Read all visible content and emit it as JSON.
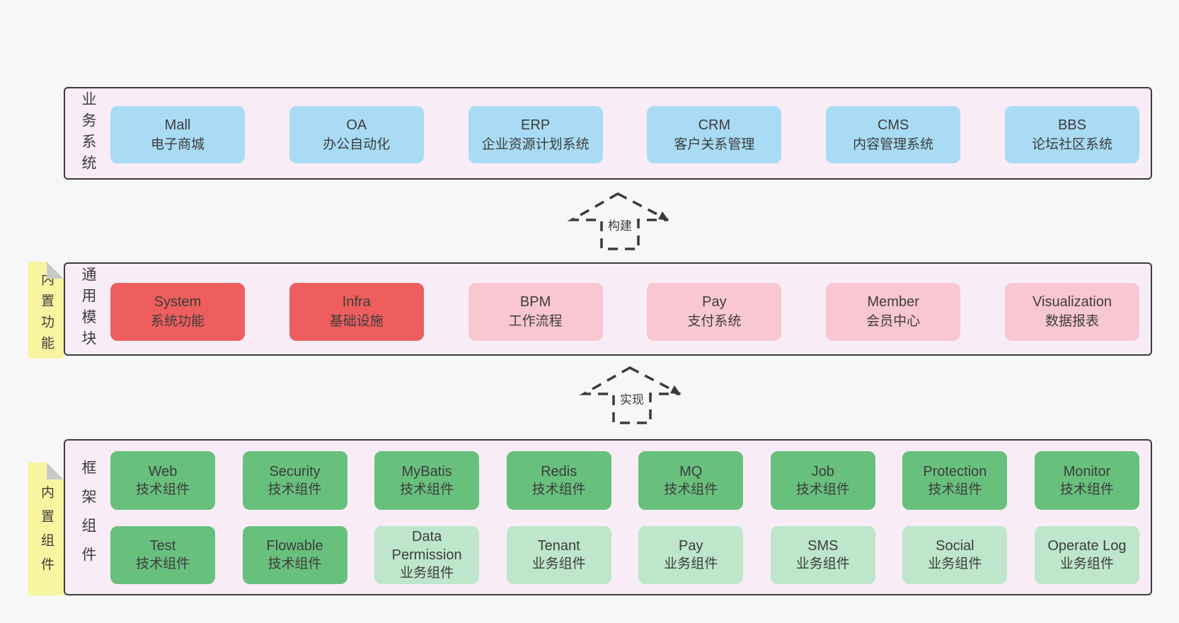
{
  "colors": {
    "page_bg": "#f7f7f7",
    "layer_bg": "#f8edf6",
    "layer_border": "#3b3b3b",
    "text": "#3d3d3d",
    "blue": "#a9dbf4",
    "red": "#ef5e5e",
    "pink": "#f9c7d1",
    "green": "#68c07d",
    "green_light": "#bde6ca",
    "note_yellow": "#f8f5a0",
    "note_fold": "#c9c9c9",
    "arrow": "#3a3a3a"
  },
  "arrows": [
    {
      "label": "构建"
    },
    {
      "label": "实现"
    }
  ],
  "layers": [
    {
      "label": "业务系统",
      "boxes": [
        {
          "title": "Mall",
          "subtitle": "电子商城",
          "variant": "blue"
        },
        {
          "title": "OA",
          "subtitle": "办公自动化",
          "variant": "blue"
        },
        {
          "title": "ERP",
          "subtitle": "企业资源计划系统",
          "variant": "blue"
        },
        {
          "title": "CRM",
          "subtitle": "客户关系管理",
          "variant": "blue"
        },
        {
          "title": "CMS",
          "subtitle": "内容管理系统",
          "variant": "blue"
        },
        {
          "title": "BBS",
          "subtitle": "论坛社区系统",
          "variant": "blue"
        }
      ]
    },
    {
      "label": "通用模块",
      "note": "内置功能",
      "boxes": [
        {
          "title": "System",
          "subtitle": "系统功能",
          "variant": "red"
        },
        {
          "title": "Infra",
          "subtitle": "基础设施",
          "variant": "red"
        },
        {
          "title": "BPM",
          "subtitle": "工作流程",
          "variant": "pink"
        },
        {
          "title": "Pay",
          "subtitle": "支付系统",
          "variant": "pink"
        },
        {
          "title": "Member",
          "subtitle": "会员中心",
          "variant": "pink"
        },
        {
          "title": "Visualization",
          "subtitle": "数据报表",
          "variant": "pink"
        }
      ]
    },
    {
      "label": "框架组件",
      "note": "内置组件",
      "rows": [
        [
          {
            "title": "Web",
            "subtitle": "技术组件",
            "variant": "green"
          },
          {
            "title": "Security",
            "subtitle": "技术组件",
            "variant": "green"
          },
          {
            "title": "MyBatis",
            "subtitle": "技术组件",
            "variant": "green"
          },
          {
            "title": "Redis",
            "subtitle": "技术组件",
            "variant": "green"
          },
          {
            "title": "MQ",
            "subtitle": "技术组件",
            "variant": "green"
          },
          {
            "title": "Job",
            "subtitle": "技术组件",
            "variant": "green"
          },
          {
            "title": "Protection",
            "subtitle": "技术组件",
            "variant": "green"
          },
          {
            "title": "Monitor",
            "subtitle": "技术组件",
            "variant": "green"
          }
        ],
        [
          {
            "title": "Test",
            "subtitle": "技术组件",
            "variant": "green"
          },
          {
            "title": "Flowable",
            "subtitle": "技术组件",
            "variant": "green"
          },
          {
            "title": "Data Permission",
            "subtitle": "业务组件",
            "variant": "green-light"
          },
          {
            "title": "Tenant",
            "subtitle": "业务组件",
            "variant": "green-light"
          },
          {
            "title": "Pay",
            "subtitle": "业务组件",
            "variant": "green-light"
          },
          {
            "title": "SMS",
            "subtitle": "业务组件",
            "variant": "green-light"
          },
          {
            "title": "Social",
            "subtitle": "业务组件",
            "variant": "green-light"
          },
          {
            "title": "Operate Log",
            "subtitle": "业务组件",
            "variant": "green-light"
          }
        ]
      ]
    }
  ]
}
